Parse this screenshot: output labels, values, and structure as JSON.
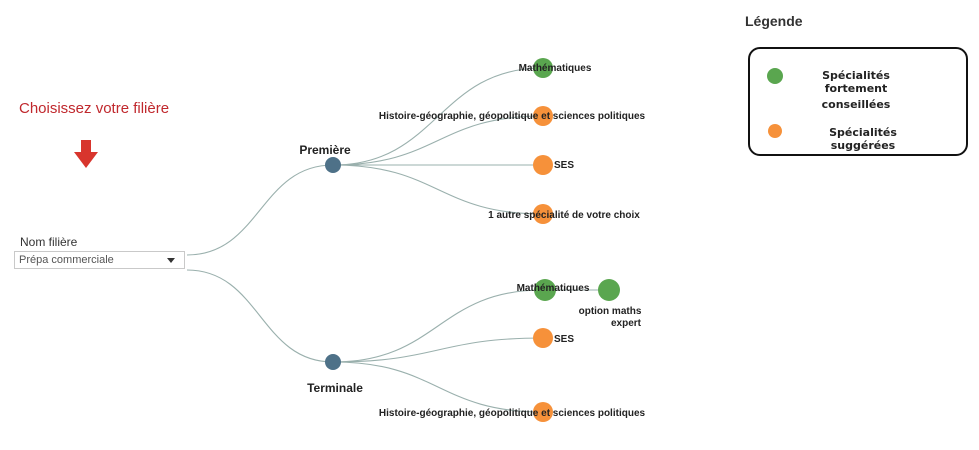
{
  "selector": {
    "prompt": "Choisissez votre filière",
    "label": "Nom filière",
    "value": "Prépa commerciale"
  },
  "tree": {
    "premiere": {
      "label": "Première",
      "children": [
        {
          "label": "Mathématiques",
          "type": "strong"
        },
        {
          "label": "Histoire-géographie, géopolitique et sciences politiques",
          "type": "suggested"
        },
        {
          "label": "SES",
          "type": "suggested"
        },
        {
          "label": "1 autre spécialité de votre choix",
          "type": "suggested"
        }
      ]
    },
    "terminale": {
      "label": "Terminale",
      "children": [
        {
          "label": "Mathématiques",
          "type": "strong"
        },
        {
          "label": "SES",
          "type": "suggested"
        },
        {
          "label": "Histoire-géographie, géopolitique et sciences politiques",
          "type": "suggested"
        }
      ],
      "extra": {
        "label_line1": "option maths",
        "label_line2": "expert",
        "type": "strong"
      }
    }
  },
  "legend": {
    "title": "Légende",
    "strong_line1": "Spécialités fortement",
    "strong_line2": "conseillées",
    "suggested": "Spécialités suggérées"
  },
  "colors": {
    "strong": "#5aa64f",
    "suggested": "#f6913a",
    "node": "#4e7188",
    "link": "#9ab0ad",
    "prompt": "#c0282d"
  }
}
